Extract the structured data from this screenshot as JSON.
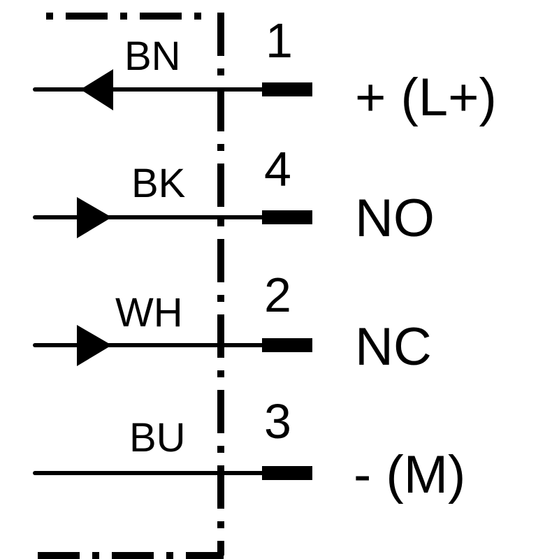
{
  "title": "Sensor connection diagram",
  "color": "#000000",
  "pins": [
    {
      "wire": "BN",
      "pin": "1",
      "signal": "+ (L+)",
      "arrow": "left"
    },
    {
      "wire": "BK",
      "pin": "4",
      "signal": "NO",
      "arrow": "right"
    },
    {
      "wire": "WH",
      "pin": "2",
      "signal": "NC",
      "arrow": "right"
    },
    {
      "wire": "BU",
      "pin": "3",
      "signal": "- (M)",
      "arrow": "none"
    }
  ]
}
